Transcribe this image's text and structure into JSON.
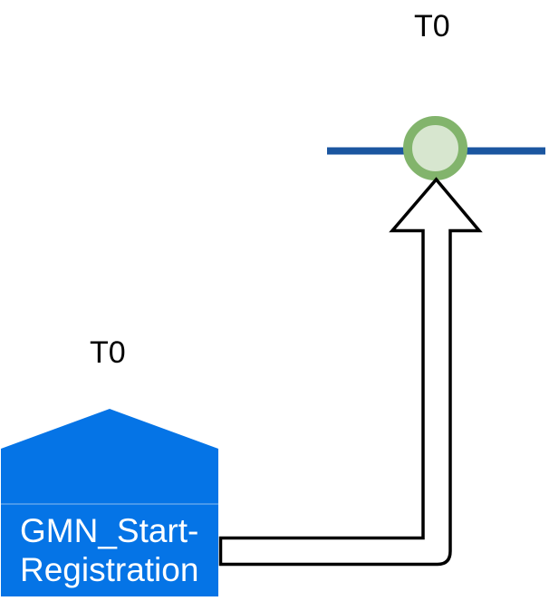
{
  "diagram": {
    "labels": {
      "t0_top": "T0",
      "t0_node": "T0"
    },
    "node": {
      "name": "GMN_Start-Registration",
      "line1": "GMN_Start-",
      "line2": "Registration"
    },
    "colors": {
      "node_blue": "#0574e6",
      "node_divider": "#5fa3ec",
      "timeline_blue": "#1b56a0",
      "circle_ring_green": "#82b46c",
      "circle_fill_green": "#d7e6cf",
      "arrow_fill": "#ffffff",
      "arrow_outline": "#000000",
      "text_on_node": "#ffffff",
      "label_text": "#000000"
    }
  }
}
